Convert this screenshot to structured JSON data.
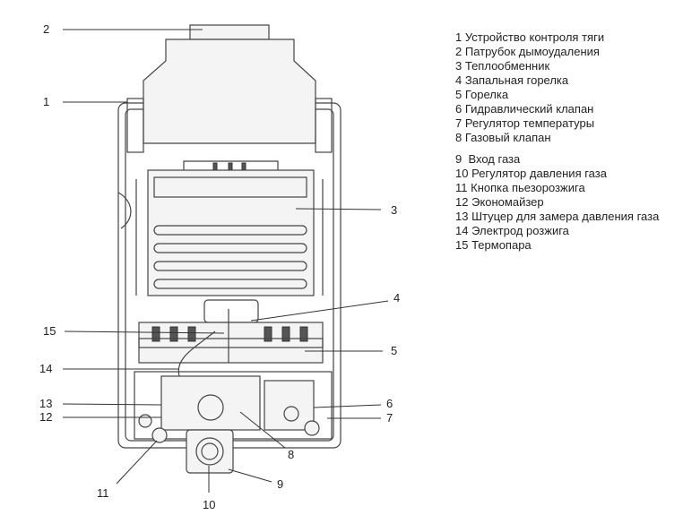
{
  "callouts": [
    "1",
    "2",
    "3",
    "4",
    "5",
    "6",
    "7",
    "8",
    "9",
    "10",
    "11",
    "12",
    "13",
    "14",
    "15"
  ],
  "legend": [
    {
      "num": "1",
      "text": "Устройство контроля тяги"
    },
    {
      "num": "2",
      "text": "Патрубок дымоудаления"
    },
    {
      "num": "3",
      "text": "Теплообменник"
    },
    {
      "num": "4",
      "text": "Запальная горелка"
    },
    {
      "num": "5",
      "text": "Горелка"
    },
    {
      "num": "6",
      "text": "Гидравлический клапан"
    },
    {
      "num": "7",
      "text": "Регулятор температуры"
    },
    {
      "num": "8",
      "text": "Газовый клапан"
    },
    {
      "num": "9",
      "text": "Вход газа"
    },
    {
      "num": "10",
      "text": "Регулятор давления газа"
    },
    {
      "num": "11",
      "text": "Кнопка пьезорозжига"
    },
    {
      "num": "12",
      "text": "Экономайзер"
    },
    {
      "num": "13",
      "text": "Штуцер для замера давления газа"
    },
    {
      "num": "14",
      "text": "Электрод розжига"
    },
    {
      "num": "15",
      "text": "Термопара"
    }
  ]
}
